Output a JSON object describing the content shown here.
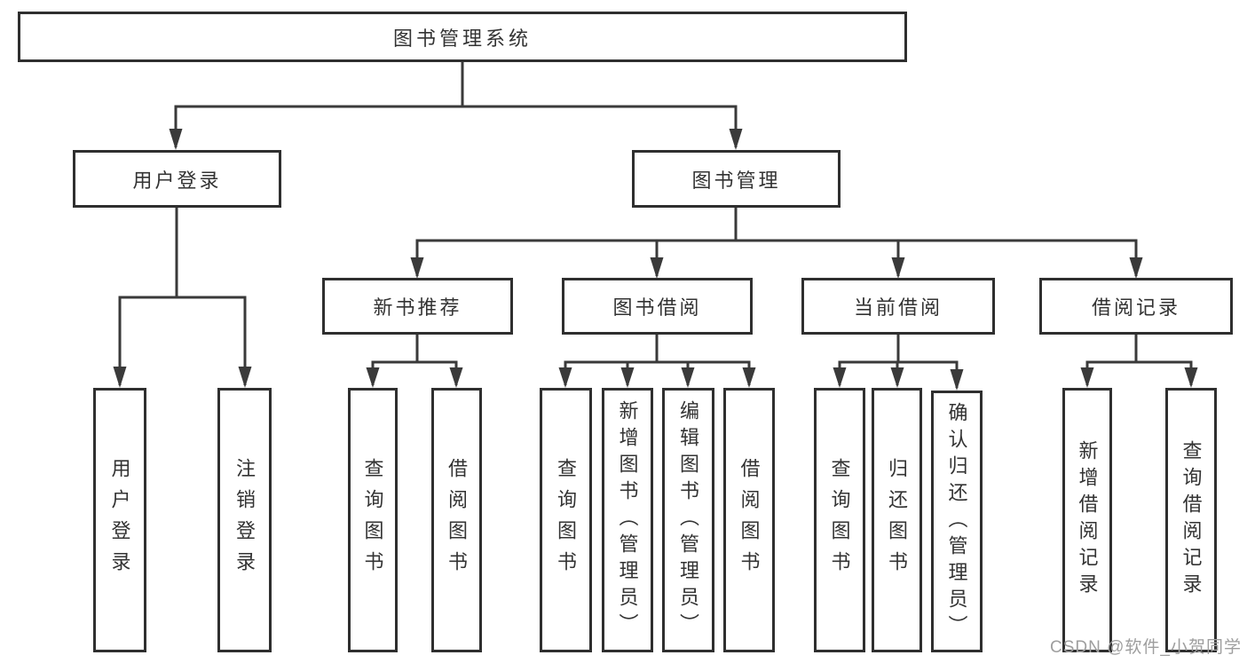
{
  "diagram": {
    "title": "图书管理系统",
    "tree": {
      "label": "图书管理系统",
      "children": [
        {
          "label": "用户登录",
          "children": [
            {
              "label": "用户登录"
            },
            {
              "label": "注销登录"
            }
          ]
        },
        {
          "label": "图书管理",
          "children": [
            {
              "label": "新书推荐",
              "children": [
                {
                  "label": "查询图书"
                },
                {
                  "label": "借阅图书"
                }
              ]
            },
            {
              "label": "图书借阅",
              "children": [
                {
                  "label": "查询图书"
                },
                {
                  "label": "新增图书（管理员）"
                },
                {
                  "label": "编辑图书（管理员）"
                },
                {
                  "label": "借阅图书"
                }
              ]
            },
            {
              "label": "当前借阅",
              "children": [
                {
                  "label": "查询图书"
                },
                {
                  "label": "归还图书"
                },
                {
                  "label": "确认归还（管理员）"
                }
              ]
            },
            {
              "label": "借阅记录",
              "children": [
                {
                  "label": "新增借阅记录"
                },
                {
                  "label": "查询借阅记录"
                }
              ]
            }
          ]
        }
      ]
    }
  },
  "watermark": {
    "text": "CSDN @软件_小贺同学"
  },
  "colors": {
    "line": "#3a3a3a",
    "box_border": "#2f2f2f",
    "text": "#333333",
    "watermark": "#9e9e9e",
    "background": "#ffffff"
  }
}
